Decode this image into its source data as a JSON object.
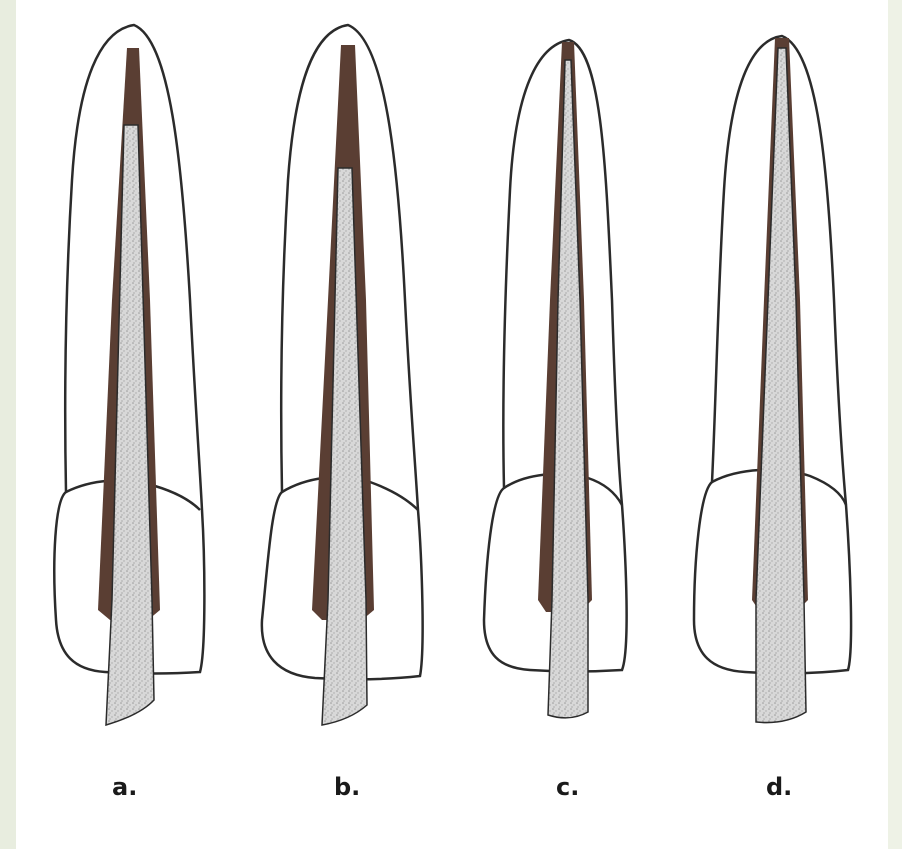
{
  "figure": {
    "colors": {
      "background": "#ffffff",
      "frame": "#e8eddf",
      "outline": "#2b2b2b",
      "sealer": "#5a3e33",
      "post_fill": "#d8d8d8",
      "post_speckle": "#9a9a9a"
    },
    "panels": [
      {
        "label": "a."
      },
      {
        "label": "b."
      },
      {
        "label": "c."
      },
      {
        "label": "d."
      }
    ]
  }
}
